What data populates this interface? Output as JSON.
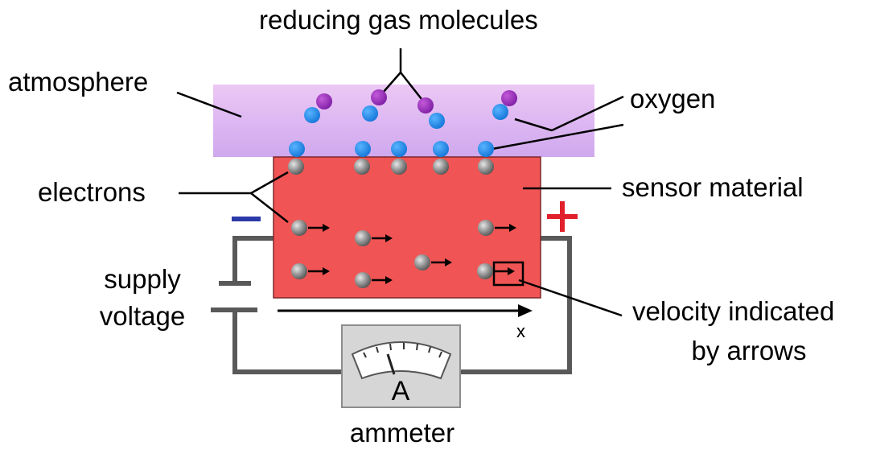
{
  "labels": {
    "reducing_gas": "reducing gas molecules",
    "atmosphere": "atmosphere",
    "oxygen": "oxygen",
    "electrons": "electrons",
    "sensor_material": "sensor material",
    "supply_voltage_line1": "supply",
    "supply_voltage_line2": "voltage",
    "velocity_line1": "velocity indicated",
    "velocity_line2": "by arrows",
    "ammeter": "ammeter",
    "x_axis": "x",
    "meter_unit": "A",
    "minus": "−",
    "plus": "+"
  },
  "colors": {
    "atmosphere_top": "#ecc8f5",
    "atmosphere_bottom": "#cfa8ee",
    "sensor_fill": "#f15454",
    "oxygen": "#1f8be6",
    "reducing_gas": "#9a2ec0",
    "electron": "#8a8a8a",
    "wire": "#595959",
    "minus_sign": "#2b3aa8",
    "plus_sign": "#e0202a",
    "meter_body": "#d6d6d6"
  }
}
